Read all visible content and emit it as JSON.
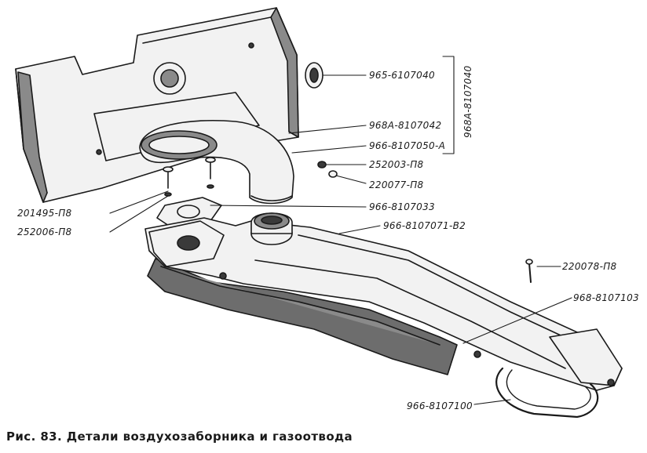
{
  "figure": {
    "caption": "Рис. 83. Детали воздухозаборника и газоотвода"
  },
  "labels": {
    "p965_6107040": "965-6107040",
    "p968A_8107042": "968А-8107042",
    "p966_8107050_A": "966-8107050-А",
    "p968A_8107040_group": "968А-8107040",
    "p252003_P8": "252003-П8",
    "p220077_P8": "220077-П8",
    "p201495_P8": "201495-П8",
    "p252006_P8": "252006-П8",
    "p966_8107033": "966-8107033",
    "p966_8107071_B2": "966-8107071-В2",
    "p220078_P8": "220078-П8",
    "p968_8107103": "968-8107103",
    "p966_8107100": "966-8107100"
  }
}
